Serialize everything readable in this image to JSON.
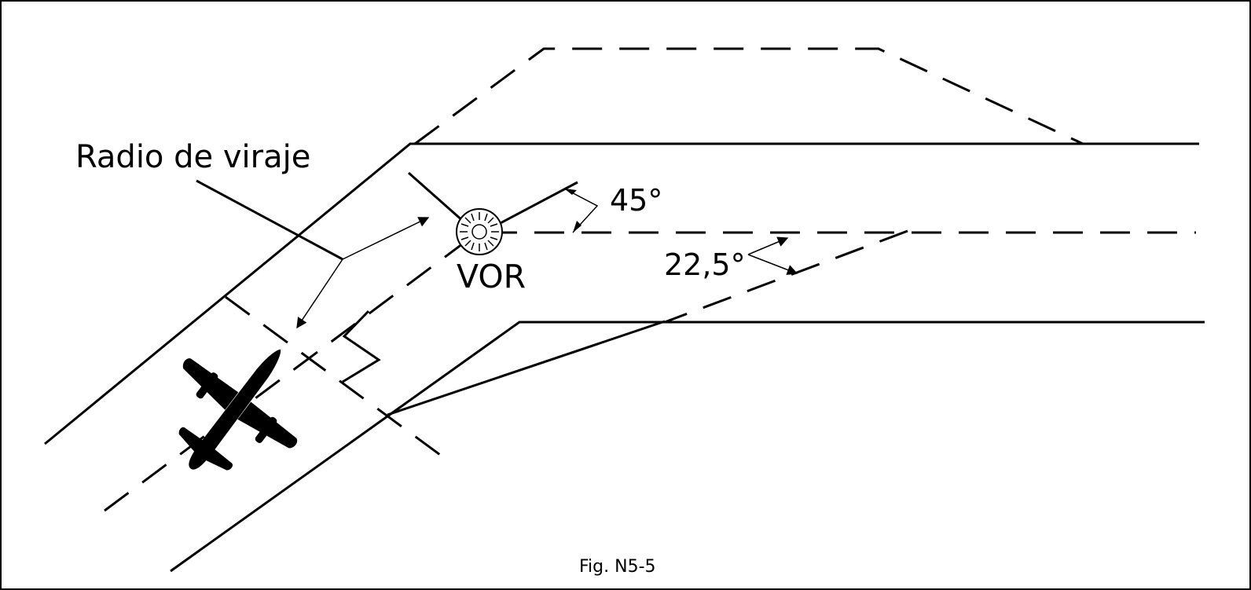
{
  "labels": {
    "turn_radius": "Radio de viraje",
    "vor": "VOR",
    "angle_45": "45°",
    "angle_22_5": "22,5°",
    "caption": "Fig. N5-5"
  },
  "icons": {
    "aircraft": "aircraft-silhouette-icon",
    "vor_station": "vor-station-icon"
  },
  "colors": {
    "ink": "#000000",
    "background": "#ffffff"
  }
}
